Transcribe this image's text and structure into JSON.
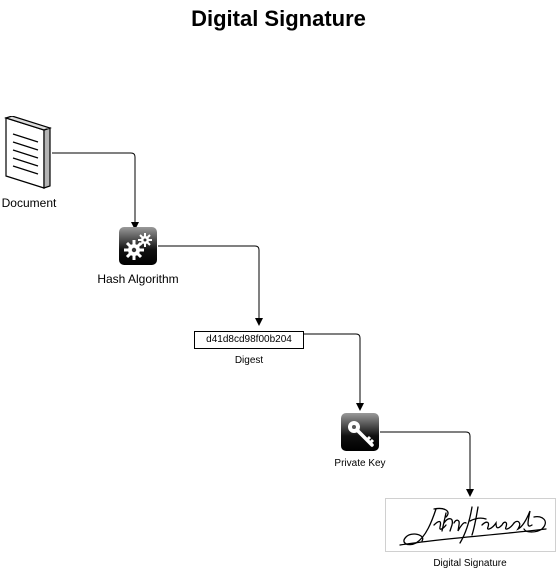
{
  "title": "Digital Signature",
  "nodes": {
    "document": {
      "label": "Document",
      "icon": "document-icon"
    },
    "hash": {
      "label": "Hash Algorithm",
      "icon": "gears-icon"
    },
    "digest": {
      "label": "Digest",
      "value": "d41d8cd98f00b204"
    },
    "private_key": {
      "label": "Private Key",
      "icon": "key-icon"
    },
    "signature": {
      "label": "Digital Signature",
      "icon": "signature-image"
    }
  },
  "colors": {
    "line": "#000000",
    "tile_top": "#9a9a9a",
    "tile_bottom": "#000000"
  }
}
